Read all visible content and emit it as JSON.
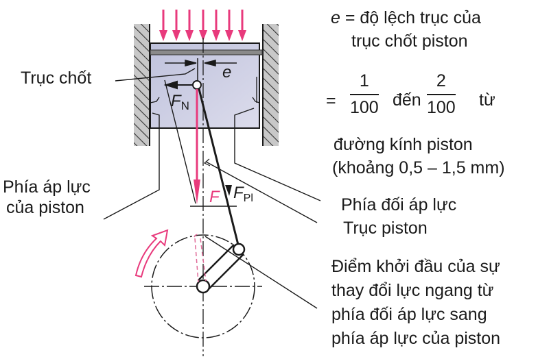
{
  "diagram": {
    "title": "",
    "colors": {
      "force_pink": "#e83a7c",
      "piston_fill": "#c9cbe2",
      "wall_fill": "#c8c8c8",
      "line": "#1a1a1a"
    },
    "symbols": {
      "offset": "e",
      "normal_force": "F",
      "normal_force_sub": "N",
      "force": "F",
      "rod_force": "F",
      "rod_force_sub": "Pl"
    },
    "labels": {
      "pin_axis": "Trục chốt",
      "thrust_side_line1": "Phía áp lực",
      "thrust_side_line2": "của piston",
      "offset_def_line1": "e = độ lệch trục của",
      "offset_def_line2": "trục chốt piston",
      "equals": "=",
      "frac1_num": "1",
      "frac1_den": "100",
      "between": "đến",
      "frac2_num": "2",
      "frac2_den": "100",
      "from": "từ",
      "diameter_line": "đường kính piston",
      "range_line": "(khoảng 0,5 – 1,5 mm)",
      "antithrust_side": "Phía đối áp lực",
      "piston_axis": "Trục piston",
      "start_point_line1": "Điểm khởi đầu của sự",
      "start_point_line2": "thay đổi lực ngang từ",
      "start_point_line3": "phía đối áp lực sang",
      "start_point_line4": "phía áp lực của piston"
    }
  }
}
